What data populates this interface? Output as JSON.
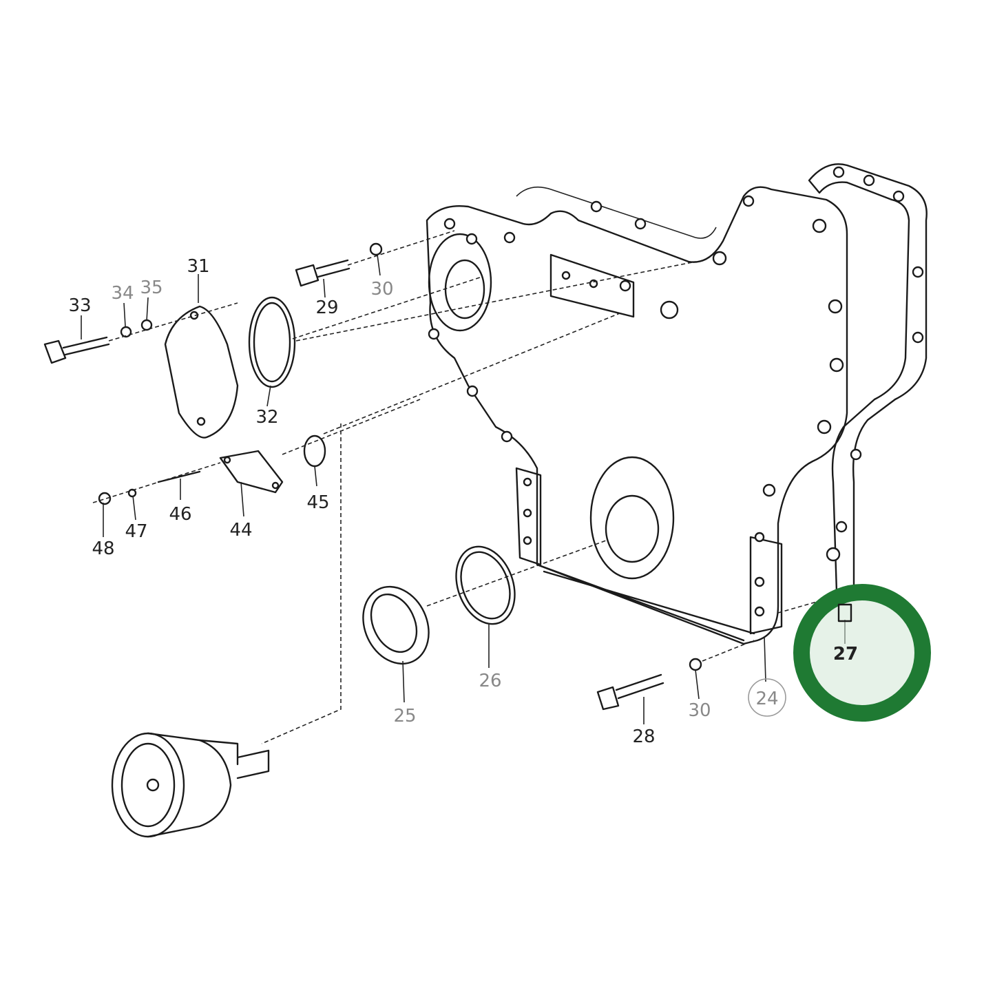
{
  "diagram": {
    "callouts": [
      {
        "id": "31",
        "text": "31"
      },
      {
        "id": "33",
        "text": "33"
      },
      {
        "id": "34",
        "text": "34"
      },
      {
        "id": "35",
        "text": "35"
      },
      {
        "id": "29",
        "text": "29"
      },
      {
        "id": "30a",
        "text": "30"
      },
      {
        "id": "32",
        "text": "32"
      },
      {
        "id": "45",
        "text": "45"
      },
      {
        "id": "44",
        "text": "44"
      },
      {
        "id": "46",
        "text": "46"
      },
      {
        "id": "47",
        "text": "47"
      },
      {
        "id": "48",
        "text": "48"
      },
      {
        "id": "25",
        "text": "25"
      },
      {
        "id": "26",
        "text": "26"
      },
      {
        "id": "24",
        "text": "24"
      },
      {
        "id": "27",
        "text": "27"
      },
      {
        "id": "28",
        "text": "28"
      },
      {
        "id": "30b",
        "text": "30"
      }
    ],
    "highlight": {
      "part": "27",
      "color": "#1f7a33"
    }
  }
}
